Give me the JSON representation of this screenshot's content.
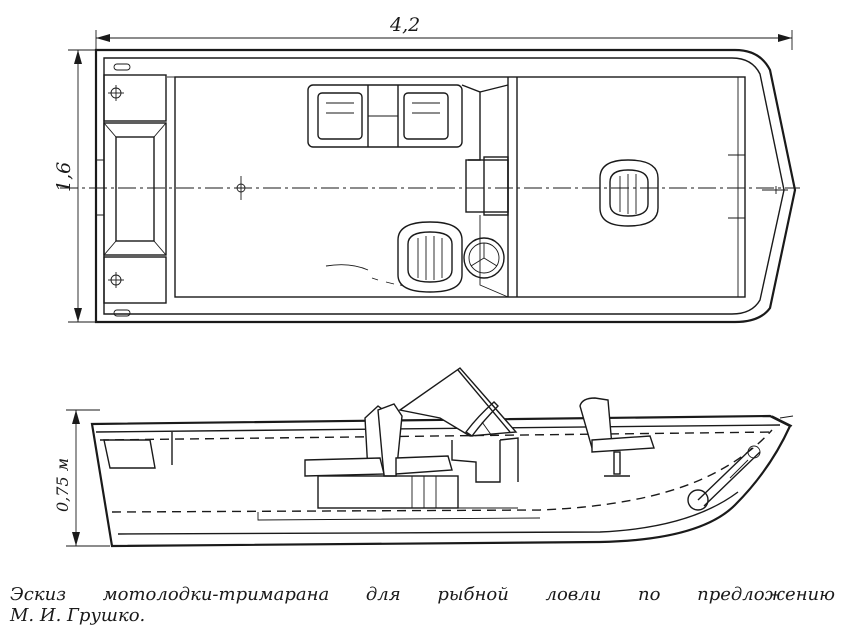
{
  "dimensions": {
    "length": "4,2",
    "beam": "1,6",
    "height": "0,75 м"
  },
  "caption": {
    "line1": "Эскиз мотолодки-тримарана для рыбной ловли по предложению",
    "line2": "М. И. Грушко."
  }
}
